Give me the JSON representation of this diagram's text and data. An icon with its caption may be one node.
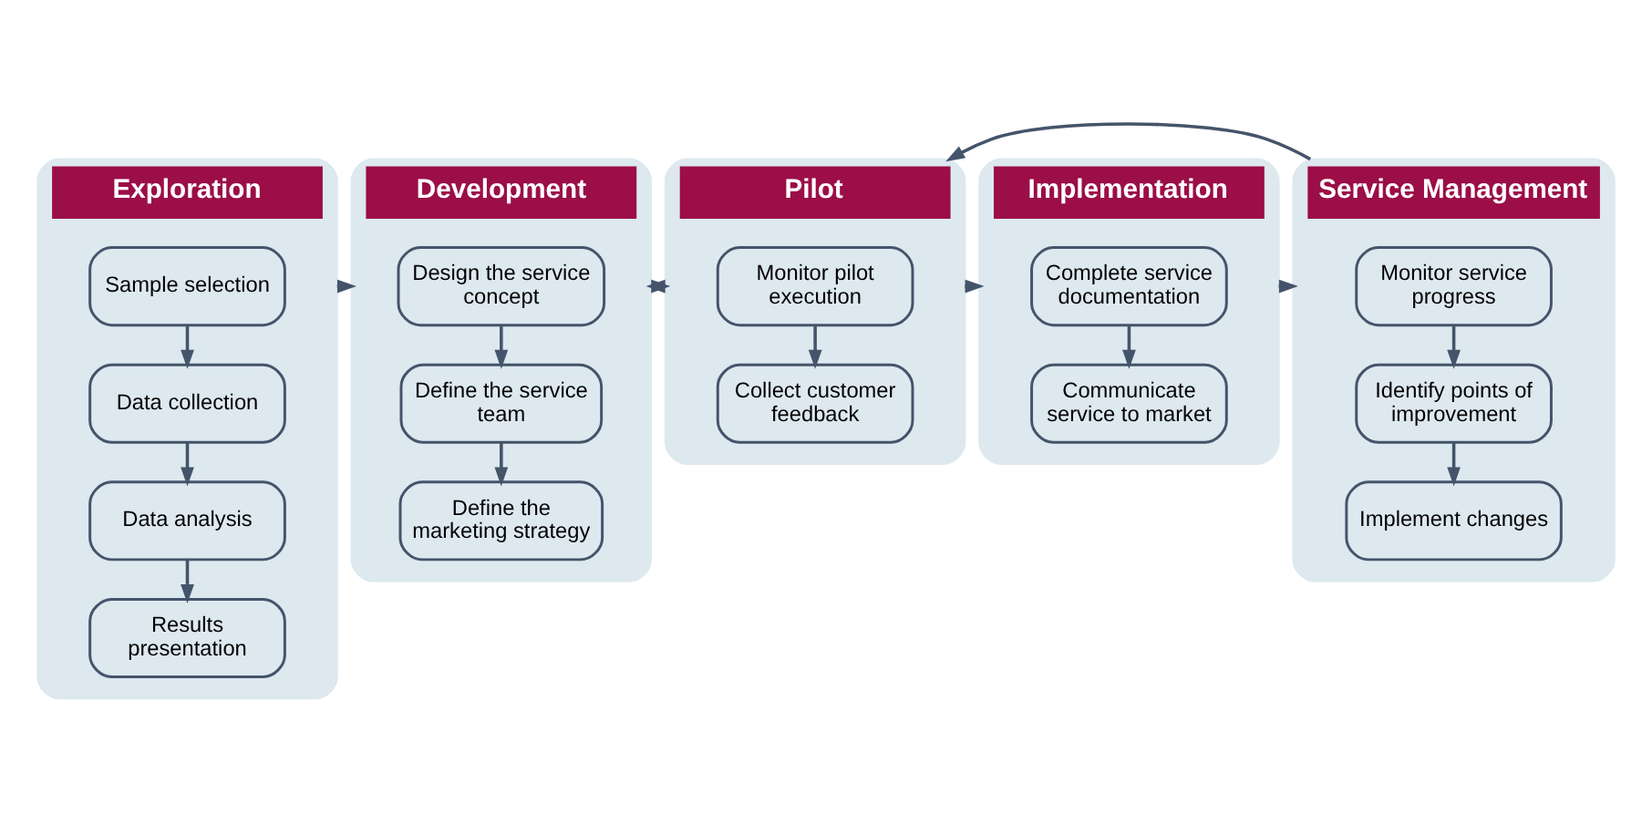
{
  "diagram": {
    "nodes": [
      {
        "text": [
          "Exploration"
        ]
      },
      {
        "text": [
          "Sample selection"
        ],
        "in": 0
      },
      {
        "text": [
          "Data collection"
        ],
        "in": 0
      },
      {
        "text": [
          "Data analysis"
        ],
        "in": 0
      },
      {
        "text": [
          "Results presentation"
        ],
        "in": 0
      },
      {
        "text": [
          "Development"
        ]
      },
      {
        "text": [
          "Design the service concept"
        ],
        "in": 5
      },
      {
        "text": [
          "Define the service team"
        ],
        "in": 5
      },
      {
        "text": [
          "Define the marketing strategy"
        ],
        "in": 5
      },
      {
        "text": [
          "Pilot"
        ]
      },
      {
        "text": [
          "Monitor pilot execution"
        ],
        "in": 9
      },
      {
        "text": [
          "Collect customer feedback"
        ],
        "in": 9
      },
      {
        "text": [
          "Implementation"
        ]
      },
      {
        "text": [
          "Complete service documentation"
        ],
        "in": 12
      },
      {
        "text": [
          "Communicate service to market"
        ],
        "in": 12
      },
      {
        "text": [
          "Service Management"
        ]
      },
      {
        "text": [
          "Monitor service progress"
        ],
        "in": 15
      },
      {
        "text": [
          "Identify points of improvement"
        ],
        "in": 15
      },
      {
        "text": [
          "Implement changes"
        ],
        "in": 15
      }
    ],
    "edges": [
      {
        "from": 1,
        "to": 2,
        "arrow": "to"
      },
      {
        "from": 2,
        "to": 3,
        "arrow": "to"
      },
      {
        "from": 3,
        "to": 4,
        "arrow": "to"
      },
      {
        "from": 0,
        "to": 5,
        "arrow": "to"
      },
      {
        "from": 6,
        "to": 7,
        "arrow": "to"
      },
      {
        "from": 7,
        "to": 8,
        "arrow": "to"
      },
      {
        "from": 5,
        "to": 9,
        "arrow": "to"
      },
      {
        "from": 9,
        "to": 5,
        "arrow": "to"
      },
      {
        "from": 10,
        "to": 11,
        "arrow": "to"
      },
      {
        "from": 9,
        "to": 12,
        "arrow": "to"
      },
      {
        "from": 13,
        "to": 14,
        "arrow": "to"
      },
      {
        "from": 12,
        "to": 15,
        "arrow": "to"
      },
      {
        "from": 16,
        "to": 17,
        "arrow": "to"
      },
      {
        "from": 17,
        "to": 18,
        "arrow": "to"
      },
      {
        "from": 15,
        "to": 9,
        "arrow": "to"
      }
    ]
  }
}
